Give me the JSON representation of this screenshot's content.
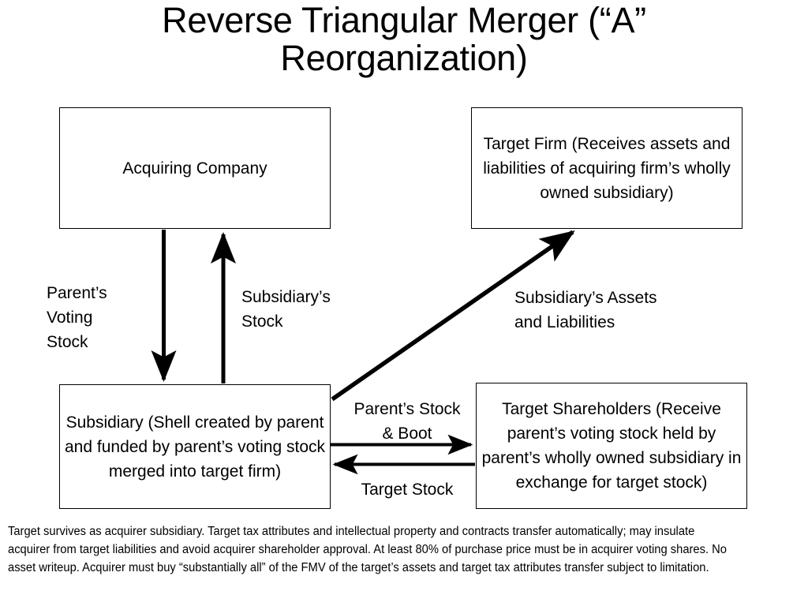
{
  "slide": {
    "title": "Reverse Triangular Merger (“A” Reorganization)",
    "background_color": "#ffffff",
    "line_color": "#000000",
    "text_color": "#000000"
  },
  "boxes": [
    {
      "id": "acquiring-company",
      "label": "Acquiring Company"
    },
    {
      "id": "target-firm",
      "label": "Target Firm (Receives assets and liabilities of acquiring firm’s wholly owned subsidiary)"
    },
    {
      "id": "subsidiary",
      "label": "Subsidiary (Shell created by parent and funded by parent’s voting stock merged into target firm)"
    },
    {
      "id": "target-shareholders",
      "label": "Target Shareholders (Receive parent’s voting stock held by parent’s wholly owned subsidiary in exchange for target stock)"
    }
  ],
  "edge_labels": {
    "parents_voting_stock": "Parent’s\nVoting\nStock",
    "subsidiarys_stock": "Subsidiary’s\nStock",
    "subsidiarys_assets_and_liabilities": "Subsidiary’s Assets\nand Liabilities",
    "parents_stock_and_boot": "Parent’s Stock\n& Boot",
    "target_stock": "Target Stock"
  },
  "connectors": [
    {
      "id": "acquiring-to-subsidiary",
      "from": "acquiring-company",
      "to": "subsidiary",
      "direction": "down",
      "label": "Parent’s Voting Stock"
    },
    {
      "id": "subsidiary-to-acquiring",
      "from": "subsidiary",
      "to": "acquiring-company",
      "direction": "up",
      "label": "Subsidiary’s Stock"
    },
    {
      "id": "subsidiary-to-target-firm",
      "from": "subsidiary",
      "to": "target-firm",
      "direction": "diagonal-up-right",
      "label": "Subsidiary’s Assets and Liabilities"
    },
    {
      "id": "subsidiary-to-target-shareholders",
      "from": "subsidiary",
      "to": "target-shareholders",
      "direction": "right",
      "label": "Parent’s Stock & Boot"
    },
    {
      "id": "target-shareholders-to-subsidiary",
      "from": "target-shareholders",
      "to": "subsidiary",
      "direction": "left",
      "label": "Target Stock"
    }
  ],
  "footer": {
    "note": "Target survives as acquirer subsidiary. Target tax attributes and intellectual property and contracts transfer automatically; may insulate acquirer from target liabilities and avoid acquirer shareholder approval. At least 80% of purchase price must be in acquirer voting shares.  No asset writeup. Acquirer must buy “substantially all” of the FMV of the target’s assets and target tax attributes transfer subject to limitation."
  }
}
